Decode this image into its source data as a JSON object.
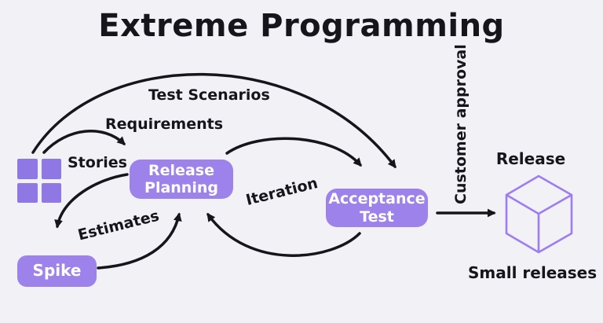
{
  "title": "Extreme Programming",
  "colors": {
    "background": "#f2f1f6",
    "node_fill": "#9c82ea",
    "grid_icon_fill": "#8f78e3",
    "cube_stroke": "#9d7df0",
    "arrow": "#17151c",
    "node_text": "#ffffff",
    "label_text": "#17151c"
  },
  "nodes": {
    "release_planning": {
      "label": "Release Planning"
    },
    "acceptance_test": {
      "label": "Acceptance Test"
    },
    "spike": {
      "label": "Spike"
    }
  },
  "labels": {
    "stories": "Stories",
    "test_scenarios": "Test Scenarios",
    "requirements": "Requirements",
    "estimates": "Estimates",
    "iteration": "Iteration",
    "customer_approval": "Customer approval",
    "release": "Release",
    "small_releases": "Small releases"
  },
  "icons": {
    "stories_icon": "grid-icon",
    "release_icon": "cube-icon"
  },
  "edges": [
    {
      "from": "stories",
      "to": "acceptance_test",
      "label": "Test Scenarios"
    },
    {
      "from": "stories",
      "to": "release_planning",
      "label": "Requirements"
    },
    {
      "from": "release_planning",
      "to": "acceptance_test",
      "label": "Iteration"
    },
    {
      "from": "acceptance_test",
      "to": "release_planning",
      "label": "Iteration"
    },
    {
      "from": "release_planning",
      "to": "spike",
      "label": ""
    },
    {
      "from": "spike",
      "to": "release_planning",
      "label": "Estimates"
    },
    {
      "from": "acceptance_test",
      "to": "release",
      "label": "Customer approval"
    }
  ]
}
